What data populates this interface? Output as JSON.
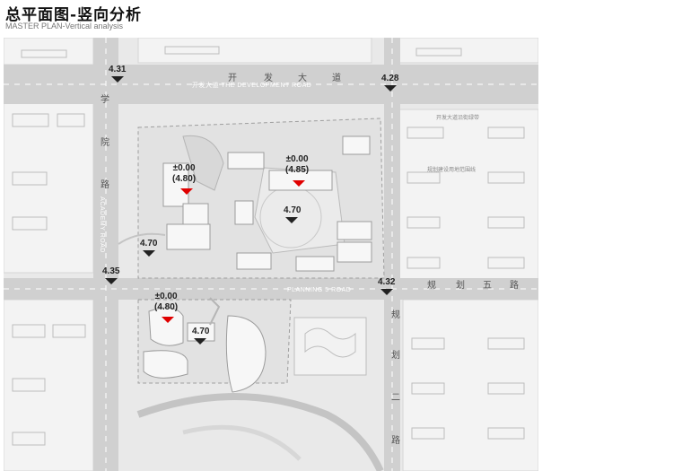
{
  "title": "总平面图-竖向分析",
  "subtitle": "MASTER PLAN-Vertical analysis",
  "road_labels": {
    "north_cn": [
      "开",
      "发",
      "大",
      "道"
    ],
    "north_en": "开发大道  THE DEVELOPMENT ROAD",
    "west_cn": [
      "学",
      "院",
      "路"
    ],
    "west_en": "ACADEMY ROAD",
    "mid_en": "PLANNING 5 ROAD",
    "east_cn": [
      "规",
      "划",
      "五",
      "路"
    ],
    "south_cn": [
      "规",
      "划",
      "二",
      "路"
    ],
    "ne_note": "开发大道沿街绿带",
    "e_note": "规划建设用地范围线"
  },
  "levels": {
    "nw_road": "4.31",
    "ne_road": "4.28",
    "w_road": "4.35",
    "e_road": "4.32",
    "north_plaza": "4.70",
    "west_entry": "4.70",
    "south_plaza": "4.70"
  },
  "floor_levels": {
    "a_line1": "±0.00",
    "a_line2": "(4.80)",
    "b_line1": "±0.00",
    "b_line2": "(4.85)",
    "c_line1": "±0.00",
    "c_line2": "(4.80)"
  },
  "colors": {
    "marker_red": "#e00000",
    "marker_black": "#222222",
    "road": "#cfcfcf",
    "ground": "#e9e9e9"
  }
}
